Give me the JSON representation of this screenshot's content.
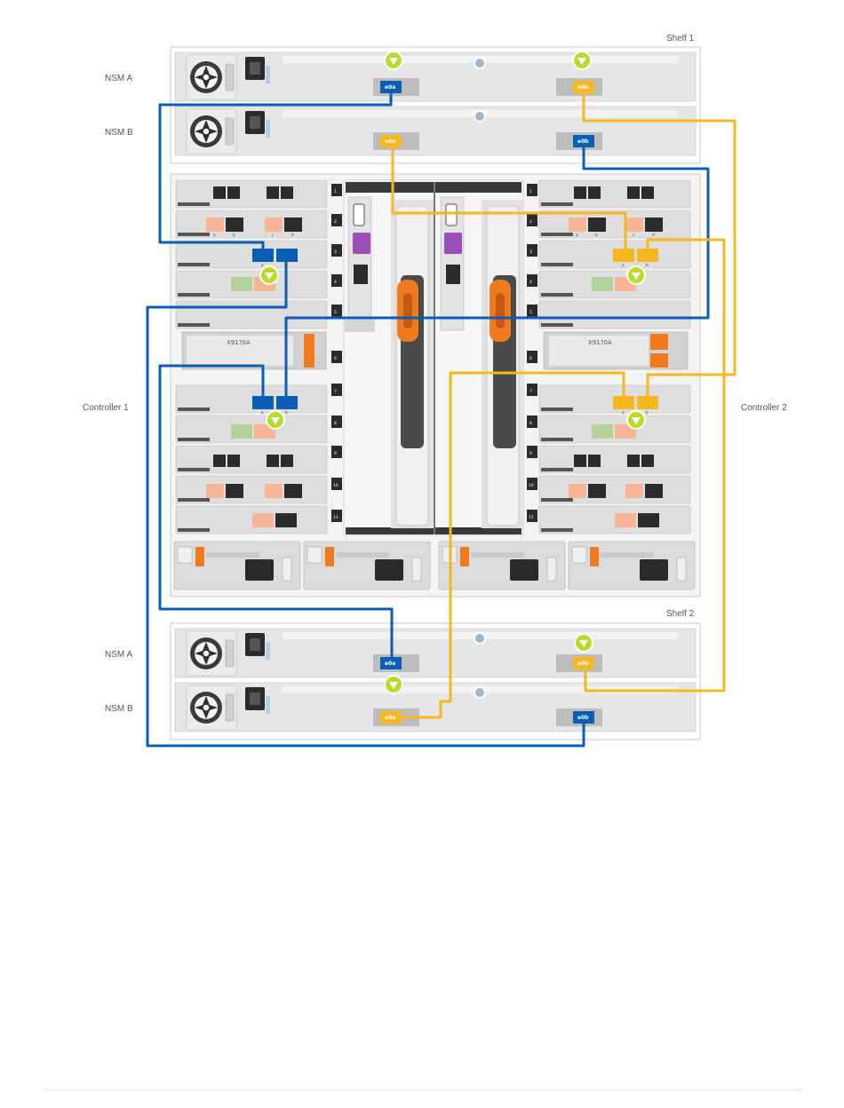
{
  "diagram": {
    "labels": {
      "shelf1": "Shelf 1",
      "shelf2": "Shelf 2",
      "nsm_a": "NSM A",
      "nsm_b": "NSM B",
      "controller1": "Controller 1",
      "controller2": "Controller 2"
    },
    "ports": {
      "e0a": "e0a",
      "e0b": "e0b",
      "a": "a",
      "b": "b",
      "c": "c",
      "d": "d"
    },
    "module_model": "X91?0A",
    "slot_ids": [
      "1",
      "2",
      "3",
      "4",
      "5",
      "6",
      "7",
      "8",
      "9",
      "10",
      "11"
    ],
    "colors": {
      "blue_cable": "#0a5fb4",
      "yellow_cable": "#f5b81f",
      "port_blue": "#0a5fb4",
      "port_yellow": "#f5b81f",
      "chassis_gray": "#e8e8e8",
      "module_gray": "#d6d6d6",
      "orange_latch": "#f07a1e",
      "green_marker": "#b9dc2a",
      "purple_port": "#9b4db8"
    }
  }
}
